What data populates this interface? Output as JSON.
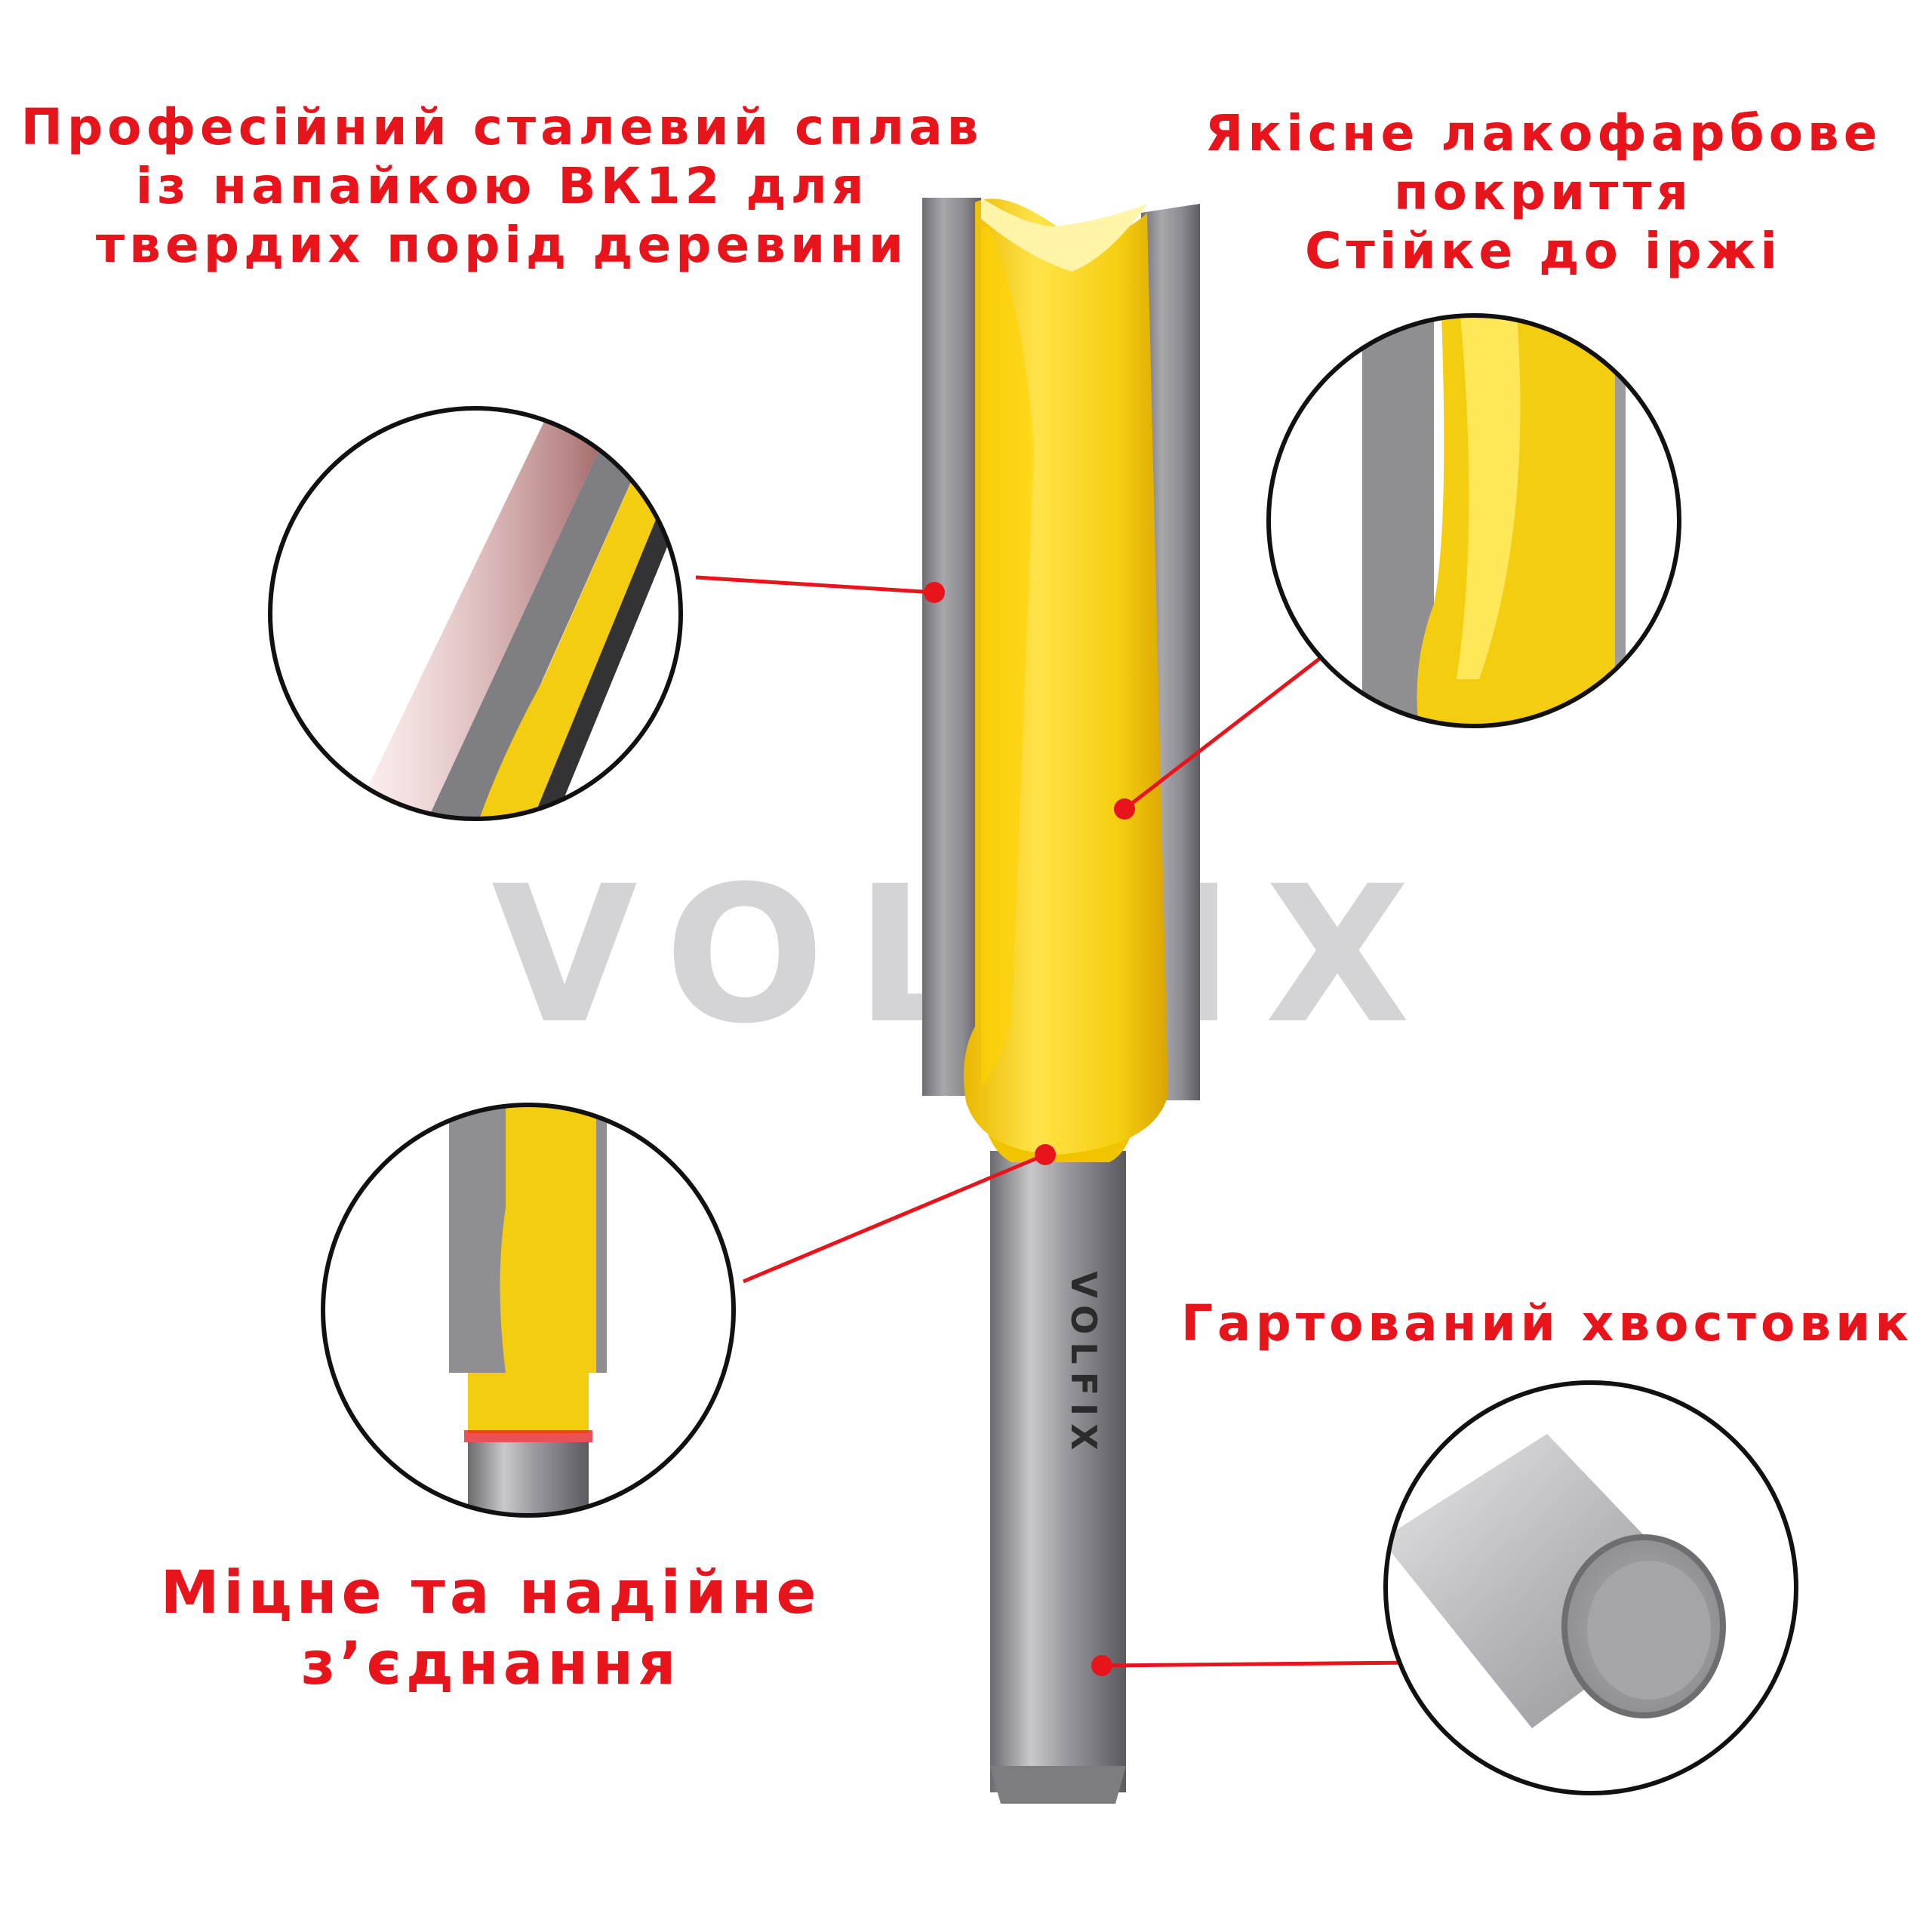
{
  "captions": {
    "steel": {
      "line1": "Професійний сталевий сплав",
      "line2": "із напайкою ВК12 для",
      "line3": "твердих порід деревини"
    },
    "paint": {
      "line1": "Якісне лакофарбове",
      "line2": "покриття",
      "line3": "Стійке до іржі"
    },
    "shank": {
      "line1": "Гартований хвостовик"
    },
    "joint": {
      "line1": "Міцне та надійне",
      "line2": "з’єднання"
    }
  },
  "brand": {
    "watermark": "VOLFIX",
    "shank_engraving": "VOLFIX"
  },
  "colors": {
    "accent_red": "#e8141b",
    "body_yellow": "#f7d31a",
    "steel_grey": "#8d8d92",
    "watermark_grey": "#d4d4d6"
  }
}
